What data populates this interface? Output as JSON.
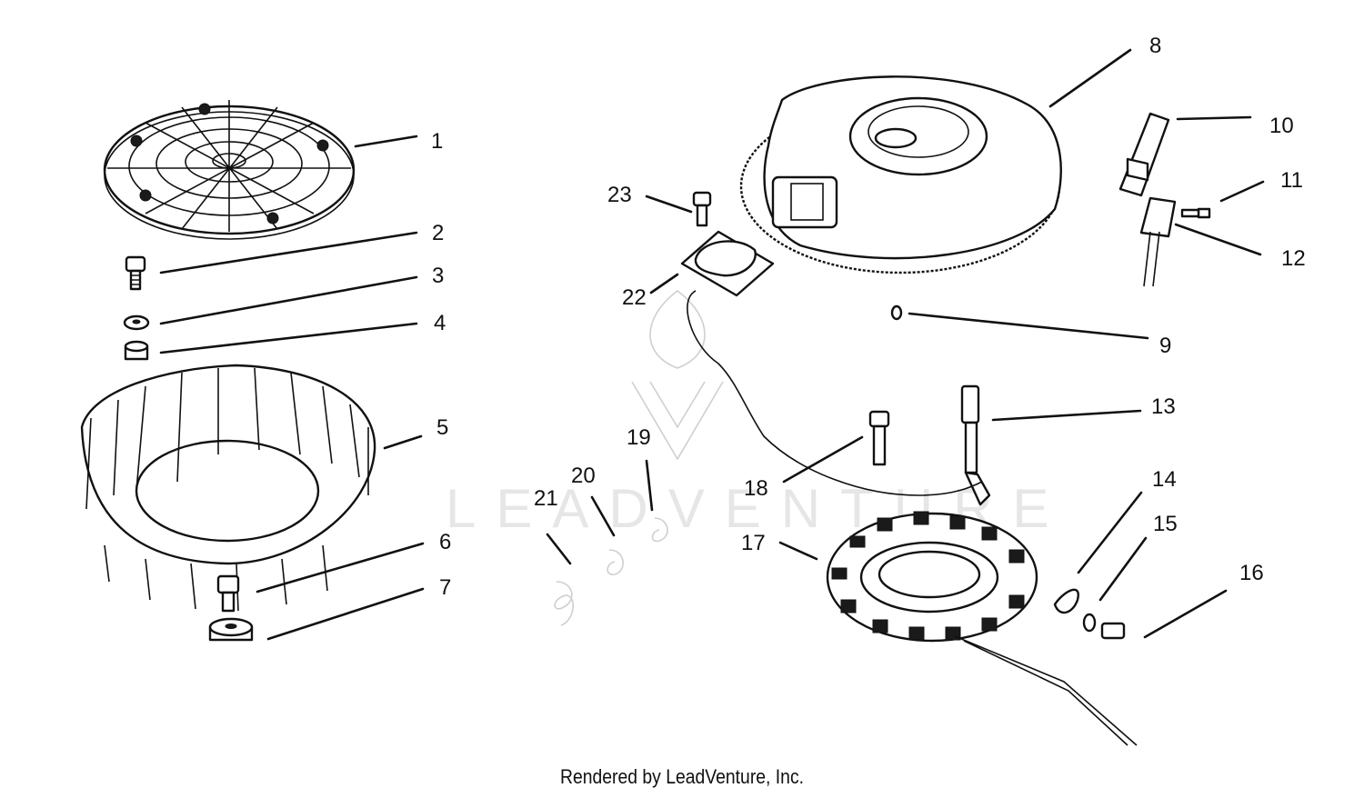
{
  "watermark": {
    "brand": "LEADVENTURE"
  },
  "footer": {
    "credit": "Rendered by LeadVenture, Inc."
  },
  "callouts": [
    "1",
    "2",
    "3",
    "4",
    "5",
    "6",
    "7",
    "8",
    "9",
    "10",
    "11",
    "12",
    "13",
    "14",
    "15",
    "16",
    "17",
    "18",
    "19",
    "20",
    "21",
    "22",
    "23"
  ]
}
